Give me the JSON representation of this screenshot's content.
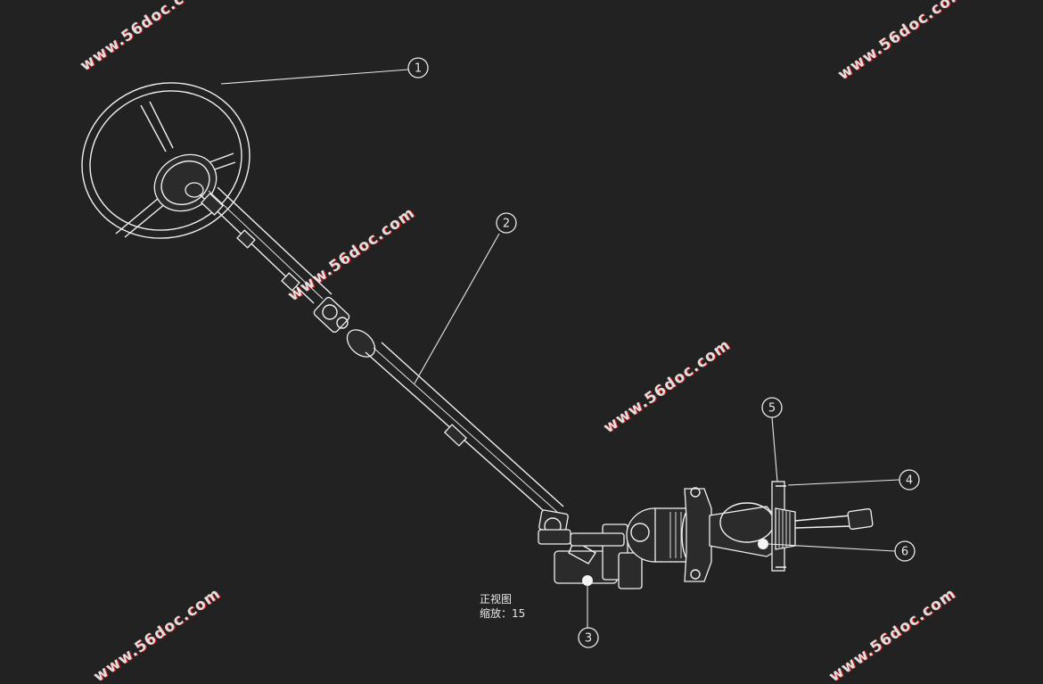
{
  "drawing": {
    "caption_view": "正视图",
    "caption_scale": "缩放：15",
    "balloons": [
      {
        "id": "b1",
        "label": "1"
      },
      {
        "id": "b2",
        "label": "2"
      },
      {
        "id": "b3",
        "label": "3"
      },
      {
        "id": "b4",
        "label": "4"
      },
      {
        "id": "b5",
        "label": "5"
      },
      {
        "id": "b6",
        "label": "6"
      }
    ]
  },
  "watermark": {
    "text": "www.56doc.com"
  },
  "colors": {
    "background": "#222222",
    "linework": "#f0f0f0",
    "watermark_shadow": "#cc1a1a"
  }
}
